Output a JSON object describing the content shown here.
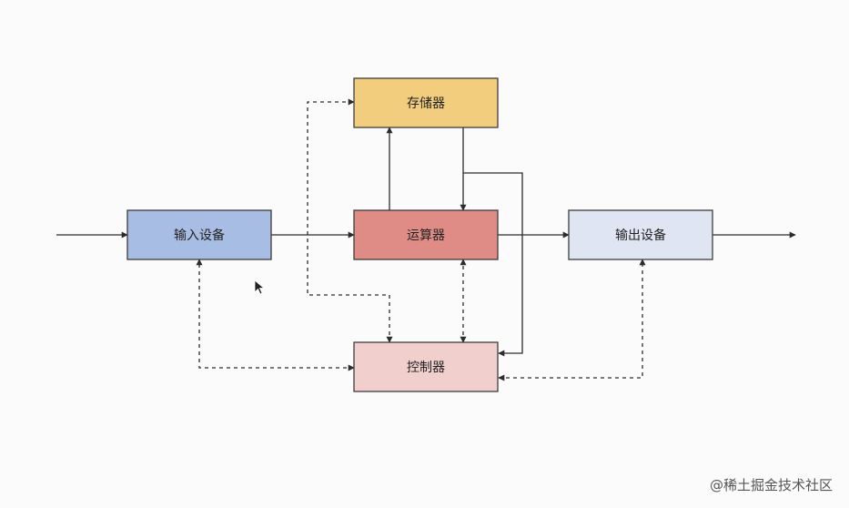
{
  "nodes": {
    "memory": {
      "label": "存储器",
      "fill": "#f3cd7e",
      "stroke": "#3c3c3c"
    },
    "alu": {
      "label": "运算器",
      "fill": "#df8c86",
      "stroke": "#3c3c3c"
    },
    "input": {
      "label": "输入设备",
      "fill": "#a8bde3",
      "stroke": "#3c3c3c"
    },
    "output": {
      "label": "输出设备",
      "fill": "#dfe5f2",
      "stroke": "#3c3c3c"
    },
    "controller": {
      "label": "控制器",
      "fill": "#f0cfcd",
      "stroke": "#3c3c3c"
    }
  },
  "watermark": {
    "text": "@稀土掘金技术社区"
  },
  "colors": {
    "line": "#2c2c2c",
    "background": "#fbfbfb"
  }
}
